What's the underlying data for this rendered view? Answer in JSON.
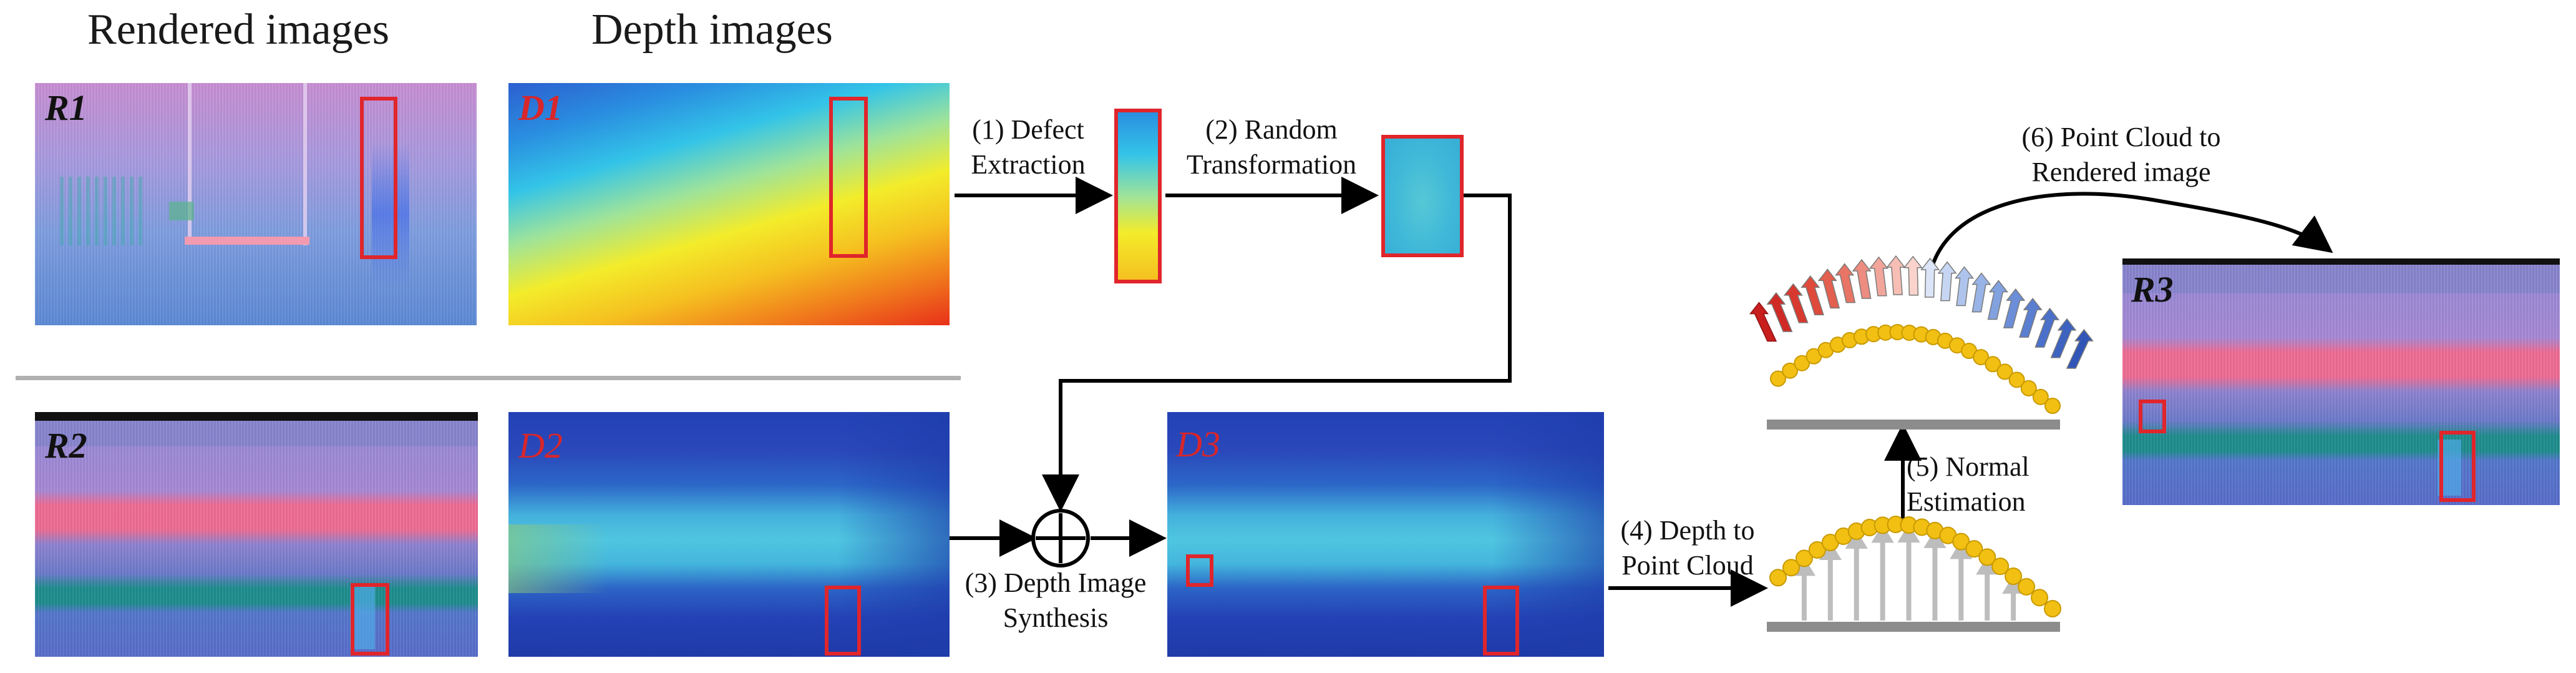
{
  "headings": {
    "rendered": "Rendered images",
    "depth": "Depth images"
  },
  "panel_labels": {
    "r1": "R1",
    "d1": "D1",
    "r2": "R2",
    "d2": "D2",
    "d3": "D3",
    "r3": "R3"
  },
  "steps": {
    "s1": "(1) Defect\nExtraction",
    "s2": "(2) Random\nTransformation",
    "s3": "(3) Depth Image\nSynthesis",
    "s4": "(4) Depth to\nPoint Cloud",
    "s5": "(5) Normal\nEstimation",
    "s6": "(6) Point Cloud to\nRendered image"
  },
  "colors": {
    "highlight_box": "#e0252b",
    "label_dark": "#111111",
    "label_red": "#d8262b",
    "divider": "#b0b0b0",
    "arrow": "#000000",
    "point": "#f2c012",
    "normal_gray": "#b9b9b9"
  },
  "icons": {
    "merge": "circled-plus-icon"
  }
}
